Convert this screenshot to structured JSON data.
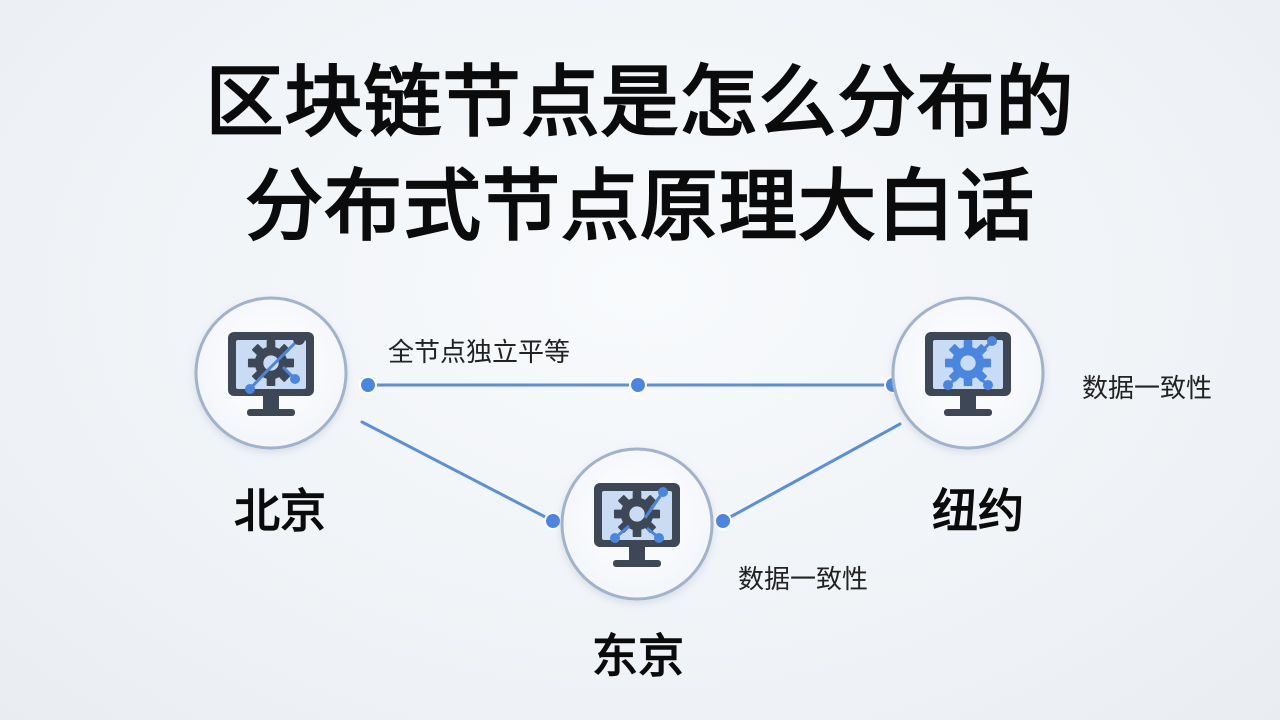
{
  "title": {
    "line1": "区块链节点是怎么分布的",
    "line2": "分布式节点原理大白话"
  },
  "nodes": {
    "beijing": {
      "label": "北京"
    },
    "newyork": {
      "label": "纽约"
    },
    "tokyo": {
      "label": "东京"
    }
  },
  "edge_labels": {
    "equal": "全节点独立平等",
    "consistency_right": "数据一致性",
    "consistency_bottom": "数据一致性"
  },
  "colors": {
    "line": "#5b8fdb",
    "circle_border": "#9fb3cc",
    "monitor": "#3d4755",
    "screen": "#c9dcf3",
    "gear_dark": "#3d4755",
    "gear_blue": "#4a86e0",
    "accent": "#3b7be0"
  },
  "icons": [
    "computer-gear-icon",
    "computer-gear-icon",
    "computer-gear-icon"
  ]
}
